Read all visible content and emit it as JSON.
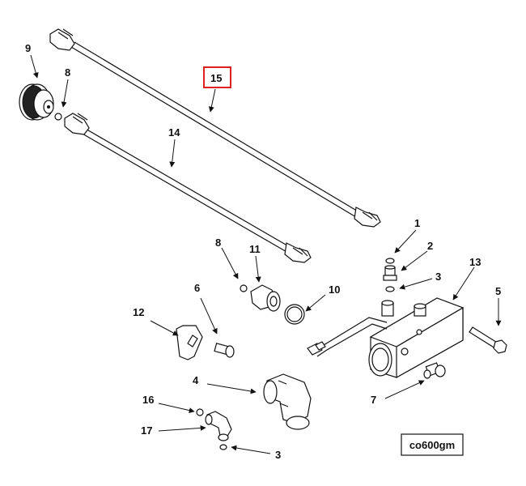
{
  "highlight_color": "#e02020",
  "callouts": {
    "c1": "1",
    "c2": "2",
    "c3a": "3",
    "c3b": "3",
    "c4": "4",
    "c5": "5",
    "c6": "6",
    "c7": "7",
    "c8a": "8",
    "c8b": "8",
    "c9": "9",
    "c10": "10",
    "c11": "11",
    "c12": "12",
    "c13": "13",
    "c14": "14",
    "c15": "15",
    "c16": "16",
    "c17": "17"
  },
  "highlighted_callout": "15",
  "drawing_code": "co600gm"
}
